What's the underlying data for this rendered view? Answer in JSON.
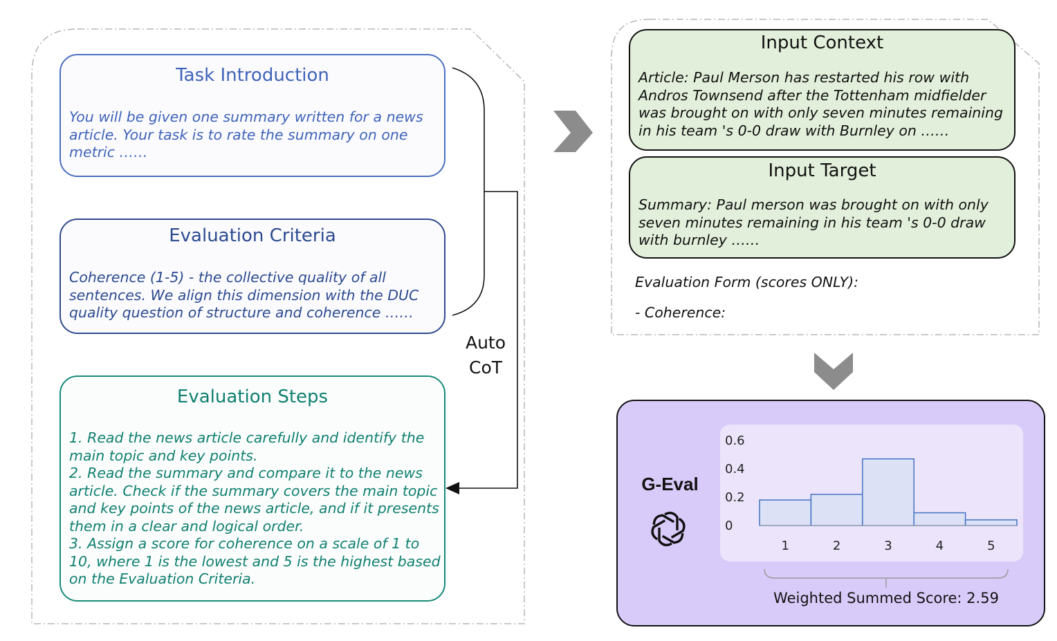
{
  "task_intro": {
    "title": "Task Introduction",
    "body": "You will be given one summary written for a news\narticle. Your task is to rate the summary on one\nmetric  ……"
  },
  "eval_criteria": {
    "title": "Evaluation Criteria",
    "body": "Coherence (1-5) -  the collective quality of all\nsentences. We align this dimension with the DUC\nquality question of structure and coherence  ……"
  },
  "eval_steps": {
    "title": "Evaluation Steps",
    "body": "1.  Read the news article carefully and identify the\nmain topic and key points.\n2.  Read the summary and compare it to the news\narticle. Check if the summary covers the main topic\nand key points of the news article, and if it presents\nthem in a clear and logical order.\n3.  Assign a score for coherence on a scale of 1 to\n10, where 1 is the lowest and 5 is the highest based\non the Evaluation Criteria."
  },
  "auto_cot": "Auto\nCoT",
  "input_context": {
    "title": "Input Context",
    "body": "Article: Paul Merson has restarted his row with\nAndros Townsend after the Tottenham midfielder\nwas brought on with only seven minutes remaining\nin his team 's 0-0 draw with Burnley on  ……"
  },
  "input_target": {
    "title": "Input Target",
    "body": "Summary: Paul merson was brought on with only\nseven minutes remaining in his team 's 0-0 draw\nwith burnley  ……"
  },
  "eval_form": {
    "header": "Evaluation Form (scores ONLY):",
    "item": "- Coherence:"
  },
  "geval": {
    "label": "G-Eval",
    "logo_icon": "openai-logo",
    "weighted_score": "Weighted Summed Score: 2.59"
  },
  "colors": {
    "task_intro": "#4a6fbe",
    "eval_criteria": "#2f4a8c",
    "eval_steps": "#178a7b",
    "input_fill": "#e2efda",
    "geval_panel": "#d9cbf9",
    "bar_fill": "#dce1f5",
    "bar_stroke": "#4472c4",
    "arrow_gray": "#8c8c8c"
  },
  "chart_data": {
    "type": "bar",
    "categories": [
      "1",
      "2",
      "3",
      "4",
      "5"
    ],
    "values": [
      0.18,
      0.22,
      0.47,
      0.09,
      0.04
    ],
    "yticks": [
      "0",
      "0.2",
      "0.4",
      "0.6"
    ],
    "ylim": [
      0,
      0.6
    ],
    "grid": false,
    "title": "",
    "xlabel": "",
    "ylabel": ""
  }
}
